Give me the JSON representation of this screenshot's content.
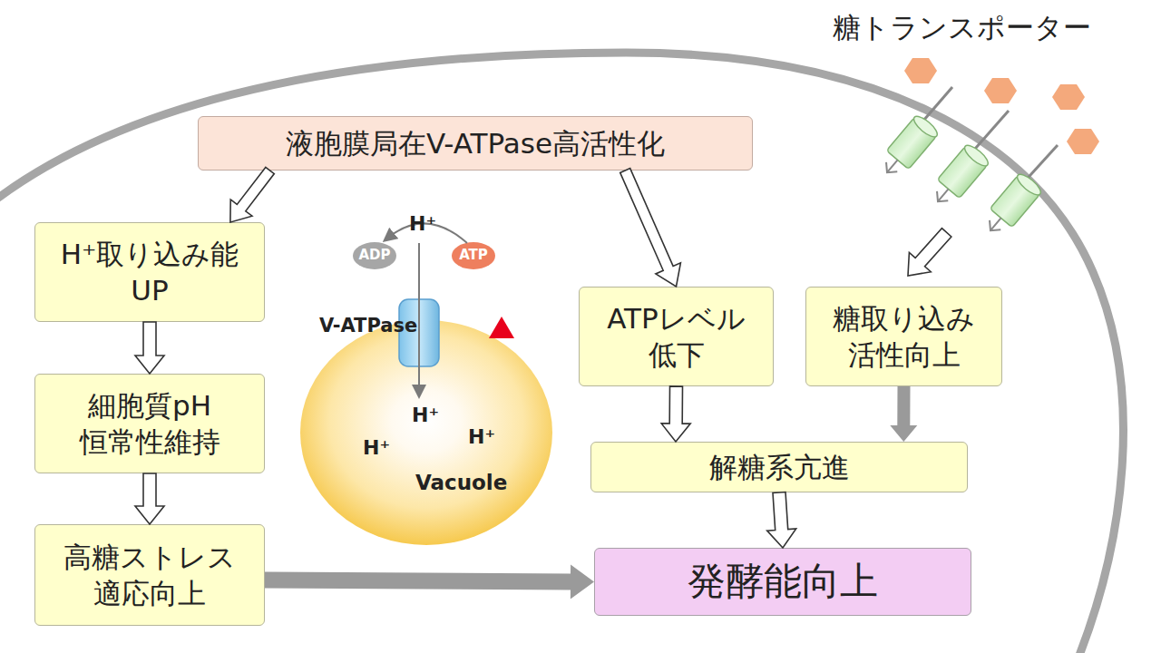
{
  "diagram": {
    "nodes": [
      {
        "text": [
          "液胞膜局在V-ATPase高活性化"
        ]
      },
      {
        "text": [
          "H⁺取り込み能 UP"
        ]
      },
      {
        "text": [
          "ADP"
        ]
      },
      {
        "text": [
          "ATP"
        ]
      },
      {
        "text": [
          "ATPレベル 低下"
        ]
      },
      {
        "text": [
          "糖取り込み 活性向上"
        ]
      },
      {
        "text": [
          "細胞質pH 恒常性維持"
        ]
      },
      {
        "text": [
          "H⁺",
          "H⁺",
          "H⁺",
          "Vacuole"
        ]
      },
      {
        "text": [
          "解糖系亢進"
        ]
      },
      {
        "text": [
          "高糖ストレス 適応向上"
        ]
      },
      {
        "text": [
          "発酵能向上"
        ]
      }
    ],
    "edges": [
      {
        "from": 0,
        "to": 1,
        "arrow": "to"
      },
      {
        "from": 0,
        "to": 4,
        "arrow": "to"
      },
      {
        "from": 1,
        "to": 6,
        "arrow": "to"
      },
      {
        "from": 6,
        "to": 9,
        "arrow": "to"
      },
      {
        "from": 9,
        "to": 10,
        "arrow": "to"
      },
      {
        "from": 4,
        "to": 8,
        "arrow": "to"
      },
      {
        "from": 5,
        "to": 8,
        "arrow": "to"
      },
      {
        "from": 8,
        "to": 10,
        "arrow": "to"
      }
    ],
    "labels": [
      "糖トランスポーター",
      "H⁺",
      "V-ATPase"
    ]
  }
}
